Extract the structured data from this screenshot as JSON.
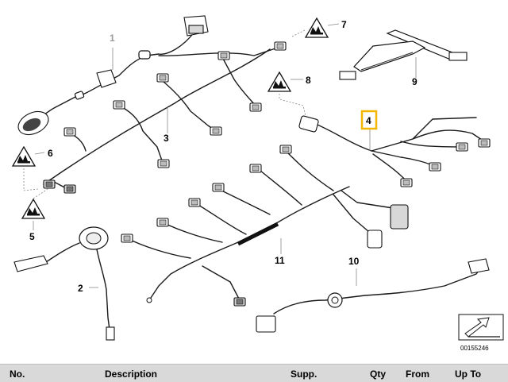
{
  "diagram": {
    "callouts": {
      "c1": "1",
      "c2": "2",
      "c3": "3",
      "c4": "4",
      "c5": "5",
      "c6": "6",
      "c7": "7",
      "c8": "8",
      "c9": "9",
      "c10": "10",
      "c11": "11"
    },
    "highlighted_callout": "4",
    "image_code": "00155246",
    "highlight_color": "#f2b600"
  },
  "table": {
    "headers": {
      "no": "No.",
      "description": "Description",
      "supp": "Supp.",
      "qty": "Qty",
      "from": "From",
      "upto": "Up To"
    },
    "header_bg": "#d9d9d9"
  }
}
